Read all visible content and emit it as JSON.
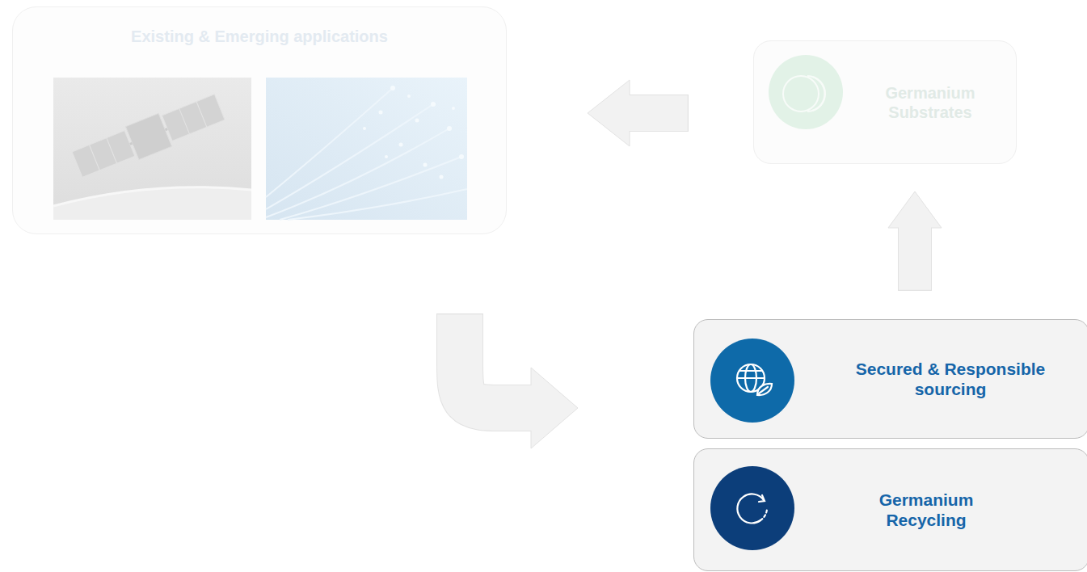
{
  "diagram": {
    "nodes": [
      {
        "text": [
          "Existing & Emerging applications"
        ]
      },
      {
        "text": [
          "Germanium Substrates"
        ]
      },
      {
        "text": [
          "Secured & Responsible sourcing"
        ]
      },
      {
        "text": [
          "Germanium Recycling"
        ]
      }
    ],
    "edges": [
      {
        "from": 1,
        "to": 0,
        "arrow": "to"
      },
      {
        "from": 0,
        "to": 2,
        "arrow": "to"
      },
      {
        "from": 2,
        "to": 1,
        "arrow": "to"
      }
    ]
  }
}
